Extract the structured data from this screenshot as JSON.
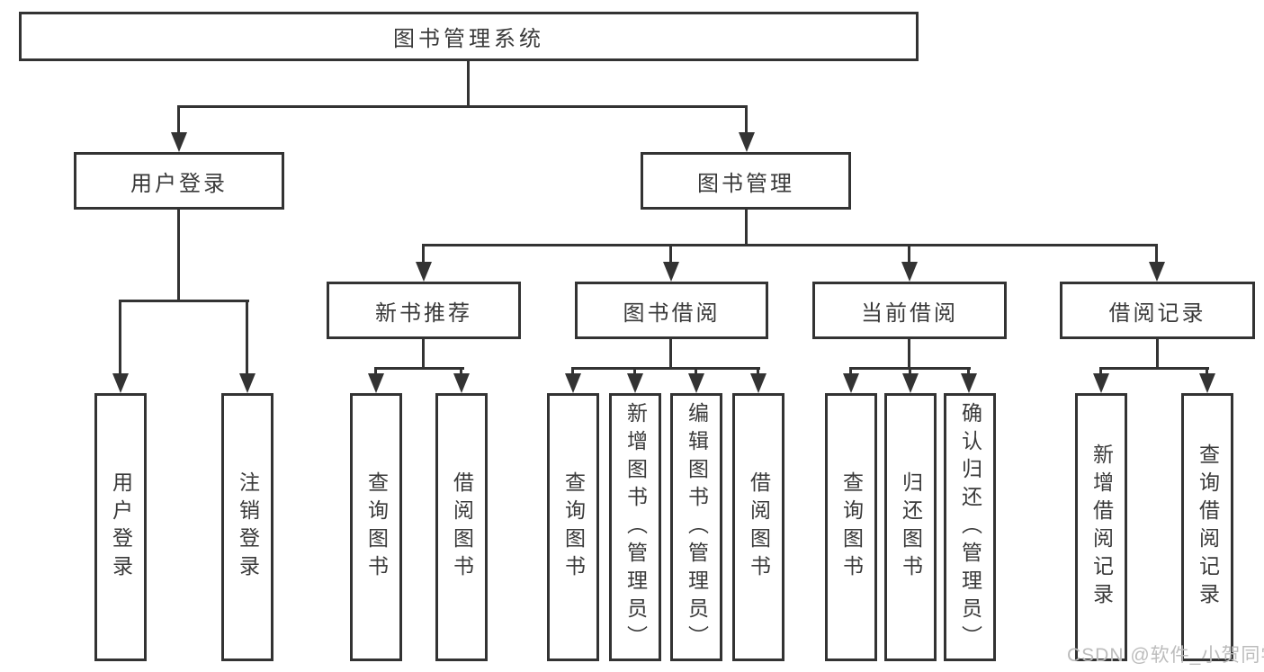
{
  "diagram": {
    "title": "图书管理系统",
    "level2": [
      {
        "label": "用户登录"
      },
      {
        "label": "图书管理"
      }
    ],
    "level3": [
      {
        "label": "新书推荐"
      },
      {
        "label": "图书借阅"
      },
      {
        "label": "当前借阅"
      },
      {
        "label": "借阅记录"
      }
    ],
    "leaves": {
      "login": [
        {
          "label": "用户登录"
        },
        {
          "label": "注销登录"
        }
      ],
      "recommend": [
        {
          "label": "查询图书"
        },
        {
          "label": "借阅图书"
        }
      ],
      "borrow": [
        {
          "label": "查询图书"
        },
        {
          "label": "新增图书（管理员）"
        },
        {
          "label": "编辑图书（管理员）"
        },
        {
          "label": "借阅图书"
        }
      ],
      "current": [
        {
          "label": "查询图书"
        },
        {
          "label": "归还图书"
        },
        {
          "label": "确认归还（管理员）"
        }
      ],
      "records": [
        {
          "label": "新增借阅记录"
        },
        {
          "label": "查询借阅记录"
        }
      ]
    },
    "watermark": "CSDN @软件_小贺同学",
    "colors": {
      "line": "#333333",
      "text": "#3a3a3a",
      "watermark": "#bcbcbc",
      "background": "#ffffff"
    }
  }
}
